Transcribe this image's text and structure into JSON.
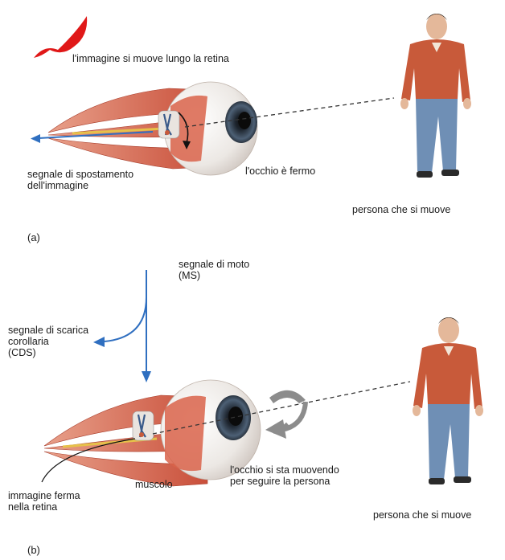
{
  "panel_a": {
    "letter": "(a)",
    "caption_image_moves": "l'immagine si muove lungo la retina",
    "caption_displacement_signal": "segnale di spostamento\ndell'immagine",
    "caption_eye_still": "l'occhio è fermo",
    "caption_person": "persona che si muove"
  },
  "panel_b": {
    "letter": "(b)",
    "caption_motor_signal": "segnale di moto\n(MS)",
    "caption_cds": "segnale di scarica\ncorollaria\n(CDS)",
    "caption_still_image": "immagine ferma\nnella retina",
    "caption_muscle": "muscolo",
    "caption_eye_moving": "l'occhio si sta muovendo\nper seguire la persona",
    "caption_person": "persona che si muove"
  },
  "colors": {
    "signal_arrow": "#2f6fc0",
    "muscle": "#d9634a",
    "sclera": "#f4f2f0",
    "iris": "#3f4f62",
    "shirt": "#c85a3a",
    "jeans": "#6f8fb5",
    "image_red": "#e01818",
    "rotation_arrow": "#8c8c8c"
  }
}
